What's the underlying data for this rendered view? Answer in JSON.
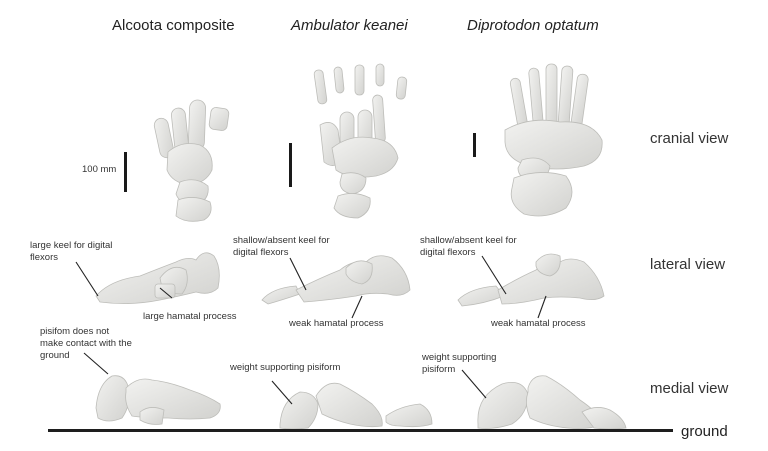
{
  "columns": [
    {
      "title": "Alcoota composite",
      "italic": false
    },
    {
      "title": "Ambulator keanei",
      "italic": true
    },
    {
      "title": "Diprotodon optatum",
      "italic": true
    }
  ],
  "views": {
    "cranial": "cranial view",
    "lateral": "lateral view",
    "medial": "medial view"
  },
  "scale_bar": {
    "label": "100 mm"
  },
  "annotations": {
    "alcoota_lateral_keel": [
      "large keel for digital",
      "flexors"
    ],
    "alcoota_lateral_hamatal": "large hamatal process",
    "ambulator_lateral_keel": [
      "shallow/absent keel for",
      "digital flexors"
    ],
    "ambulator_lateral_hamatal": "weak hamatal process",
    "diprotodon_lateral_keel": [
      "shallow/absent keel for",
      "digital flexors"
    ],
    "diprotodon_lateral_hamatal": "weak hamatal process",
    "alcoota_medial_pisiform": [
      "pisifom does not",
      "make contact with the",
      "ground"
    ],
    "ambulator_medial_pisiform": "weight supporting pisiform",
    "diprotodon_medial_pisiform": [
      "weight supporting",
      "pisiform"
    ]
  },
  "ground": {
    "label": "ground"
  },
  "colors": {
    "bone_fill": "#e9e9e7",
    "bone_shade": "#cfcfcc",
    "bone_stroke": "#b8b8b4",
    "line": "#1e1e1e"
  }
}
